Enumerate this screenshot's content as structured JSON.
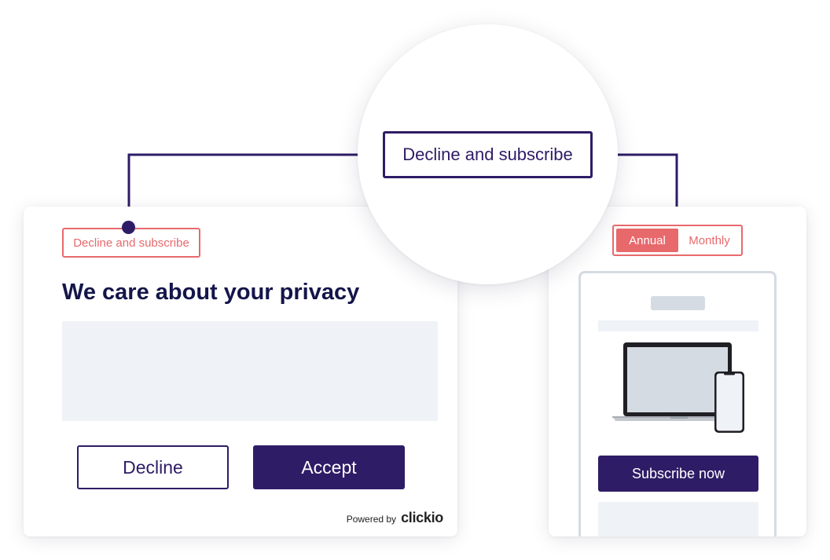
{
  "colors": {
    "brand_purple": "#2f1c66",
    "accent_coral": "#e8696c",
    "placeholder_gray": "#eff2f6",
    "frame_gray": "#d5dbe3",
    "title_navy": "#14154a"
  },
  "zoom_callout": {
    "button_label": "Decline and subscribe"
  },
  "consent_banner": {
    "highlight_label": "Decline and subscribe",
    "title": "We care about your privacy",
    "decline_label": "Decline",
    "accept_label": "Accept",
    "powered_by_label": "Powered by",
    "brand_logo_text": "clickio"
  },
  "subscription_page": {
    "plan_toggle": {
      "annual_label": "Annual",
      "monthly_label": "Monthly",
      "selected": "Annual"
    },
    "subscribe_label": "Subscribe now",
    "illustration_icon": "laptop-and-phone-icon"
  }
}
